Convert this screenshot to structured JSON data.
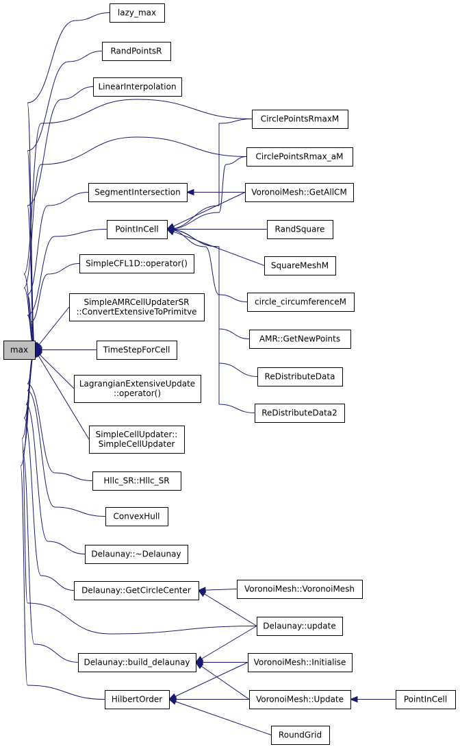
{
  "graph": {
    "title": "",
    "root": "max",
    "edge_color": "#191970",
    "root_fill": "#bfbfbf",
    "nodes": {
      "max": [
        "max"
      ],
      "lazy_max": [
        "lazy_max"
      ],
      "RandPointsR": [
        "RandPointsR"
      ],
      "LinearInterpolation": [
        "LinearInterpolation"
      ],
      "CirclePointsRmaxM": [
        "CirclePointsRmaxM"
      ],
      "CirclePointsRmax_aM": [
        "CirclePointsRmax_aM"
      ],
      "SegmentIntersection": [
        "SegmentIntersection"
      ],
      "VoronoiMesh_GetAllCM": [
        "VoronoiMesh::GetAllCM"
      ],
      "PointInCell": [
        "PointInCell"
      ],
      "RandSquare": [
        "RandSquare"
      ],
      "SquareMeshM": [
        "SquareMeshM"
      ],
      "SimpleCFL1D": [
        "SimpleCFL1D::operator()"
      ],
      "circle_circumferenceM": [
        "circle_circumferenceM"
      ],
      "SimpleAMRCellUpdaterSR": [
        "SimpleAMRCellUpdaterSR",
        "::ConvertExtensiveToPrimitve"
      ],
      "AMR_GetNewPoints": [
        "AMR::GetNewPoints"
      ],
      "TimeStepForCell": [
        "TimeStepForCell"
      ],
      "ReDistributeData": [
        "ReDistributeData"
      ],
      "LagrangianExtensiveUpdate": [
        "LagrangianExtensiveUpdate",
        "::operator()"
      ],
      "ReDistributeData2": [
        "ReDistributeData2"
      ],
      "SimpleCellUpdater": [
        "SimpleCellUpdater::",
        "SimpleCellUpdater"
      ],
      "Hllc_SR": [
        "Hllc_SR::Hllc_SR"
      ],
      "ConvexHull": [
        "ConvexHull"
      ],
      "Delaunay_dtor": [
        "Delaunay::~Delaunay"
      ],
      "Delaunay_GetCircleCenter": [
        "Delaunay::GetCircleCenter"
      ],
      "VoronoiMesh_VoronoiMesh": [
        "VoronoiMesh::VoronoiMesh"
      ],
      "Delaunay_update": [
        "Delaunay::update"
      ],
      "Delaunay_build_delaunay": [
        "Delaunay::build_delaunay"
      ],
      "VoronoiMesh_Initialise": [
        "VoronoiMesh::Initialise"
      ],
      "HilbertOrder": [
        "HilbertOrder"
      ],
      "VoronoiMesh_Update": [
        "VoronoiMesh::Update"
      ],
      "PointInCell2": [
        "PointInCell"
      ],
      "RoundGrid": [
        "RoundGrid"
      ]
    },
    "edges": [
      [
        "lazy_max",
        "max"
      ],
      [
        "RandPointsR",
        "max"
      ],
      [
        "LinearInterpolation",
        "max"
      ],
      [
        "CirclePointsRmaxM",
        "max"
      ],
      [
        "CirclePointsRmax_aM",
        "max"
      ],
      [
        "SegmentIntersection",
        "max"
      ],
      [
        "PointInCell",
        "max"
      ],
      [
        "SimpleCFL1D",
        "max"
      ],
      [
        "SimpleAMRCellUpdaterSR",
        "max"
      ],
      [
        "TimeStepForCell",
        "max"
      ],
      [
        "LagrangianExtensiveUpdate",
        "max"
      ],
      [
        "SimpleCellUpdater",
        "max"
      ],
      [
        "Hllc_SR",
        "max"
      ],
      [
        "ConvexHull",
        "max"
      ],
      [
        "Delaunay_dtor",
        "max"
      ],
      [
        "Delaunay_GetCircleCenter",
        "max"
      ],
      [
        "Delaunay_update",
        "max"
      ],
      [
        "Delaunay_build_delaunay",
        "max"
      ],
      [
        "HilbertOrder",
        "max"
      ],
      [
        "VoronoiMesh_GetAllCM",
        "SegmentIntersection"
      ],
      [
        "CirclePointsRmaxM",
        "PointInCell"
      ],
      [
        "CirclePointsRmax_aM",
        "PointInCell"
      ],
      [
        "VoronoiMesh_GetAllCM",
        "PointInCell"
      ],
      [
        "RandSquare",
        "PointInCell"
      ],
      [
        "SquareMeshM",
        "PointInCell"
      ],
      [
        "circle_circumferenceM",
        "PointInCell"
      ],
      [
        "AMR_GetNewPoints",
        "PointInCell"
      ],
      [
        "ReDistributeData",
        "PointInCell"
      ],
      [
        "ReDistributeData2",
        "PointInCell"
      ],
      [
        "VoronoiMesh_VoronoiMesh",
        "Delaunay_GetCircleCenter"
      ],
      [
        "Delaunay_update",
        "Delaunay_GetCircleCenter"
      ],
      [
        "Delaunay_update",
        "Delaunay_build_delaunay"
      ],
      [
        "VoronoiMesh_Initialise",
        "Delaunay_build_delaunay"
      ],
      [
        "VoronoiMesh_Update",
        "Delaunay_build_delaunay"
      ],
      [
        "VoronoiMesh_Initialise",
        "HilbertOrder"
      ],
      [
        "VoronoiMesh_Update",
        "HilbertOrder"
      ],
      [
        "RoundGrid",
        "HilbertOrder"
      ],
      [
        "PointInCell2",
        "VoronoiMesh_Update"
      ]
    ]
  }
}
